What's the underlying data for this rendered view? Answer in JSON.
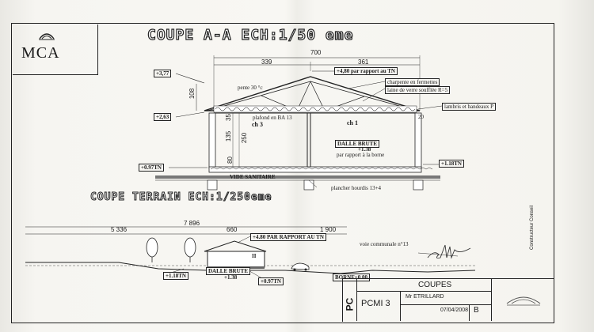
{
  "header": {
    "logo": "MCA",
    "title": "COUPE A-A ECH:1/50 eme"
  },
  "section_aa": {
    "dims": {
      "total": "700",
      "left": "339",
      "right": "361",
      "d108": "108",
      "d35": "35",
      "d135": "135",
      "d250": "250",
      "d80": "80"
    },
    "levels": {
      "top": "+3,77",
      "ridge": "+4,80 par rapport au TN",
      "eave": "+2,63",
      "floor_left": "+0.97TN",
      "floor_right": "+1.18TN"
    },
    "labels": {
      "pente": "pente 30 °c",
      "charpente": "charpente en fermettes",
      "laine": "laine de verre soufflée R=5",
      "lambris": "lambris et bandeaux P",
      "plafond": "plafond en BA 13",
      "ch3": "ch 3",
      "ch1": "ch 1",
      "dalle": "DALLE BRUTE",
      "dalle_val": "+1.38",
      "dalle_ref": "par rapport à la borne",
      "vide": "VIDE SANITAIRE",
      "plancher": "plancher hourdis 13+4",
      "wall_right": "20"
    }
  },
  "terrain": {
    "title": "COUPE TERRAIN ECH:1/250eme",
    "dims": {
      "total": "7 896",
      "left": "5 336",
      "mid": "660",
      "right": "1 900"
    },
    "labels": {
      "ridge": "+4.80 PAR RAPPORT AU TN",
      "voie": "voie communale n°13",
      "left_level": "+1.18TN",
      "dalle": "DALLE BRUTE",
      "dalle_val": "+1.38",
      "right_level": "+0.97TN",
      "borne": "BORNE±0.00",
      "window": "II"
    }
  },
  "cartouche": {
    "pc": "PC",
    "title": "COUPES",
    "code": "PCMI 3",
    "client": "Mr ETRILLARD",
    "date": "07/04/2008",
    "rev": "B",
    "constructeur": "Constructeur Conseil"
  }
}
